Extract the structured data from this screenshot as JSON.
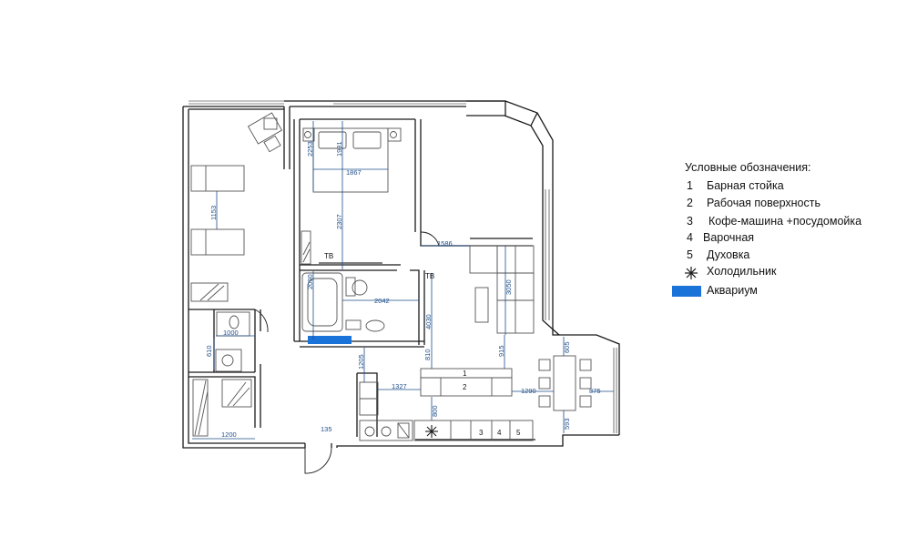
{
  "legend": {
    "title": "Условные обозначения:",
    "items": [
      {
        "key": "1",
        "label": "Барная стойка"
      },
      {
        "key": "2",
        "label": "Рабочая поверхность"
      },
      {
        "key": "3",
        "label": "Кофе-машина +посудомойка"
      },
      {
        "key": "4",
        "label": "Варочная"
      },
      {
        "key": "5",
        "label": "Духовка"
      },
      {
        "key": "snowflake-icon",
        "label": "Холодильник"
      },
      {
        "key": "aquarium-swatch",
        "label": "Аквариум"
      }
    ]
  },
  "colors": {
    "wall": "#1a1a1a",
    "dimension": "#1f4f8a",
    "aquarium": "#1a73d9",
    "furniture": "#555555"
  },
  "dimensions": {
    "d2253": "2253",
    "d1991": "1991",
    "d1867": "1867",
    "d2307": "2307",
    "d1153": "1153",
    "d2000": "2000",
    "d2042": "2042",
    "d4030": "4030",
    "d1586": "1586",
    "d3050": "3050",
    "d1000": "1000",
    "d610": "610",
    "d1205": "1205",
    "d810": "810",
    "d915": "915",
    "d1327": "1327",
    "d800": "800",
    "d1290": "1290",
    "d1200": "1200",
    "d135": "135",
    "d605": "605",
    "d875": "875",
    "d593": "593"
  },
  "labels": {
    "tv1": "ТВ",
    "tv2": "ТВ",
    "counter1": "1",
    "counter2": "2",
    "k3": "3",
    "k4": "4",
    "k5": "5"
  }
}
